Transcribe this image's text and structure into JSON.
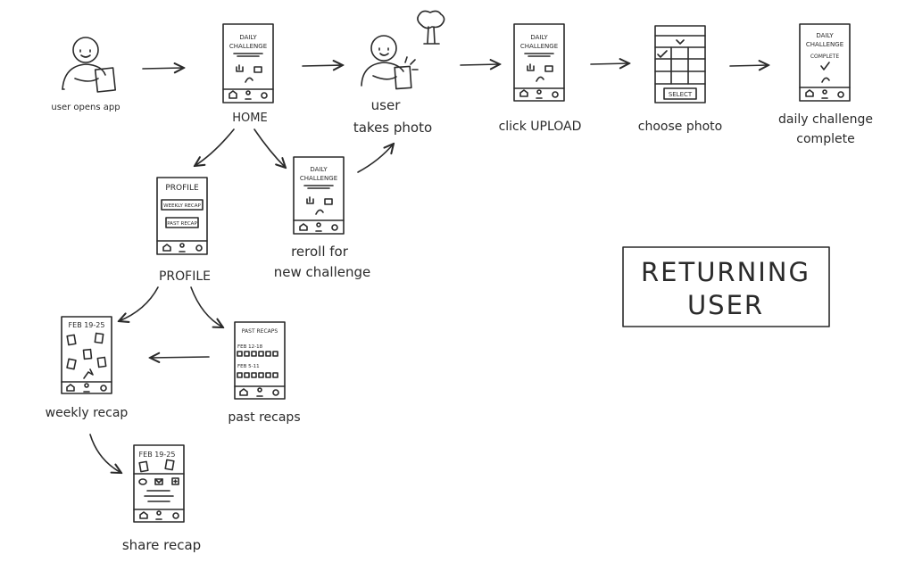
{
  "title_box": {
    "line1": "RETURNING",
    "line2": "USER"
  },
  "captions": {
    "user_opens_app": "user opens app",
    "home": "HOME",
    "user_takes_photo_1": "user",
    "user_takes_photo_2": "takes photo",
    "click_upload": "click UPLOAD",
    "choose_photo": "choose photo",
    "complete_1": "daily challenge",
    "complete_2": "complete",
    "profile": "PROFILE",
    "reroll_1": "reroll for",
    "reroll_2": "new challenge",
    "weekly_recap": "weekly recap",
    "past_recaps": "past recaps",
    "share_recap": "share recap"
  },
  "screens": {
    "daily_title_1": "DAILY",
    "daily_title_2": "CHALLENGE",
    "complete_label": "COMPLETE",
    "select_button": "SELECT",
    "profile_title": "PROFILE",
    "weekly_recap_button": "WEEKLY RECAP",
    "past_recap_button": "PAST RECAP",
    "date_range": "FEB 19-25",
    "past_recaps_title": "PAST RECAPS",
    "past_date_1": "FEB 12-18",
    "past_date_2": "FEB 5-11"
  }
}
